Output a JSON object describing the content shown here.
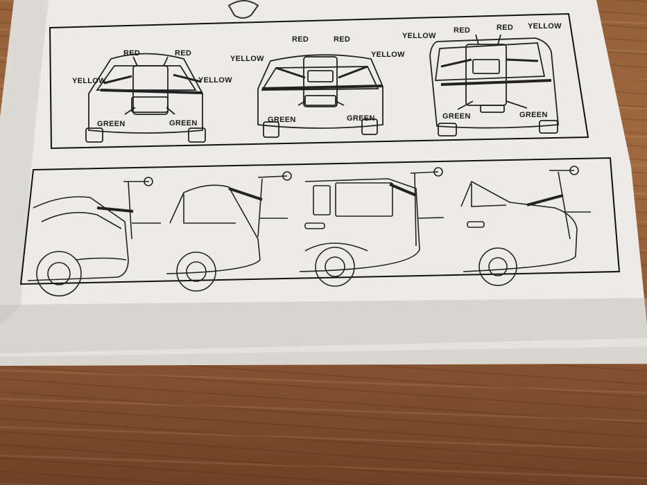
{
  "diagram_top": {
    "car_left": {
      "labels": [
        "RED",
        "RED",
        "YELLOW",
        "YELLOW",
        "GREEN",
        "GREEN"
      ]
    },
    "car_middle": {
      "labels": [
        "RED",
        "RED",
        "YELLOW",
        "YELLOW",
        "GREEN",
        "GREEN"
      ]
    },
    "car_right": {
      "labels": [
        "RED",
        "RED",
        "YELLOW",
        "YELLOW",
        "GREEN",
        "GREEN"
      ]
    }
  }
}
